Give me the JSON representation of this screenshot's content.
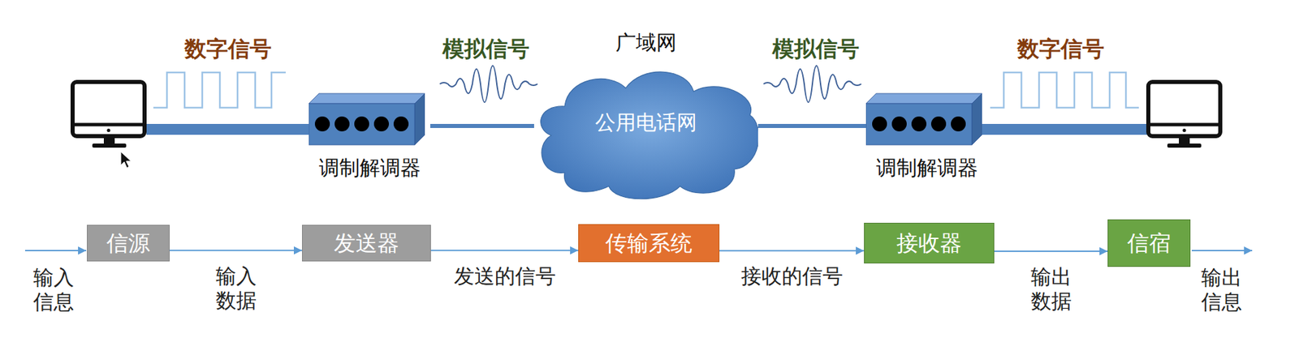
{
  "diagram": {
    "nodes": [
      {
        "text": [
          "调制解调器"
        ]
      },
      {
        "text": [
          "广域网",
          "公用电话网"
        ]
      },
      {
        "text": [
          "调制解调器"
        ]
      },
      {
        "text": [
          "信源"
        ]
      },
      {
        "text": [
          "发送器"
        ]
      },
      {
        "text": [
          "传输系统"
        ]
      },
      {
        "text": [
          "接收器"
        ]
      },
      {
        "text": [
          "信宿"
        ]
      }
    ],
    "edges": [
      {
        "from": 0,
        "to": 1,
        "arrow": "none"
      },
      {
        "from": 1,
        "to": 2,
        "arrow": "none"
      },
      {
        "from": 3,
        "to": 4,
        "arrow": "to",
        "label": "输入 数据"
      },
      {
        "from": 4,
        "to": 5,
        "arrow": "to",
        "label": "发送的信号"
      },
      {
        "from": 5,
        "to": 6,
        "arrow": "to",
        "label": "接收的信号"
      },
      {
        "from": 6,
        "to": 7,
        "arrow": "to",
        "label": "输出 数据"
      }
    ],
    "labels": [
      "数字信号",
      "模拟信号",
      "模拟信号",
      "数字信号",
      "输入 信息",
      "输出 信息"
    ]
  }
}
